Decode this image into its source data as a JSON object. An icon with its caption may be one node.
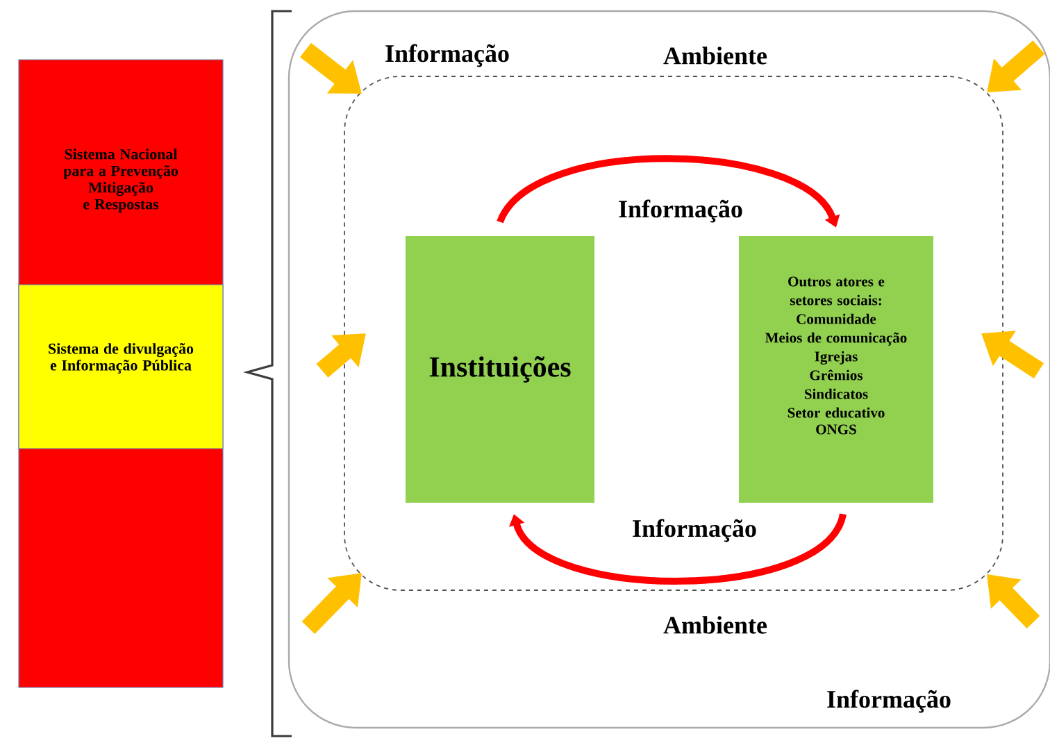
{
  "diagram": {
    "nodes": [
      {
        "text": [
          "Sistema Nacional para a Prevenção Mitigação e Respostas"
        ]
      },
      {
        "text": [
          "Sistema de divulgação e Informação Pública"
        ],
        "in": 0
      },
      {
        "text": [],
        "shape": "box"
      },
      {
        "text": [],
        "shape": "box",
        "in": 2
      },
      {
        "text": [
          "Instituições"
        ],
        "in": 3
      },
      {
        "text": [
          "Outros atores e setores sociais:",
          "Comunidade",
          "Meios de comunicação",
          "Igrejas",
          "Grêmios",
          "Sindicatos",
          "Setor educativo",
          "ONGS"
        ],
        "in": 3
      }
    ],
    "edges": [
      {
        "from": 4,
        "to": 5,
        "arrow": "to",
        "label": "Informação",
        "color": "#ff0000"
      },
      {
        "from": 5,
        "to": 4,
        "arrow": "to",
        "label": "Informação",
        "color": "#ff0000"
      },
      {
        "from": null,
        "to": 3,
        "arrow": "to",
        "color": "#ffc000"
      },
      {
        "from": null,
        "to": 3,
        "arrow": "to",
        "color": "#ffc000"
      },
      {
        "from": null,
        "to": 3,
        "arrow": "to",
        "color": "#ffc000"
      },
      {
        "from": null,
        "to": 3,
        "arrow": "to",
        "color": "#ffc000"
      },
      {
        "from": null,
        "to": 3,
        "arrow": "to",
        "color": "#ffc000"
      },
      {
        "from": null,
        "to": 3,
        "arrow": "to",
        "color": "#ffc000"
      }
    ],
    "labels": [
      "Informação",
      "Ambiente",
      "Ambiente",
      "Informação"
    ]
  }
}
